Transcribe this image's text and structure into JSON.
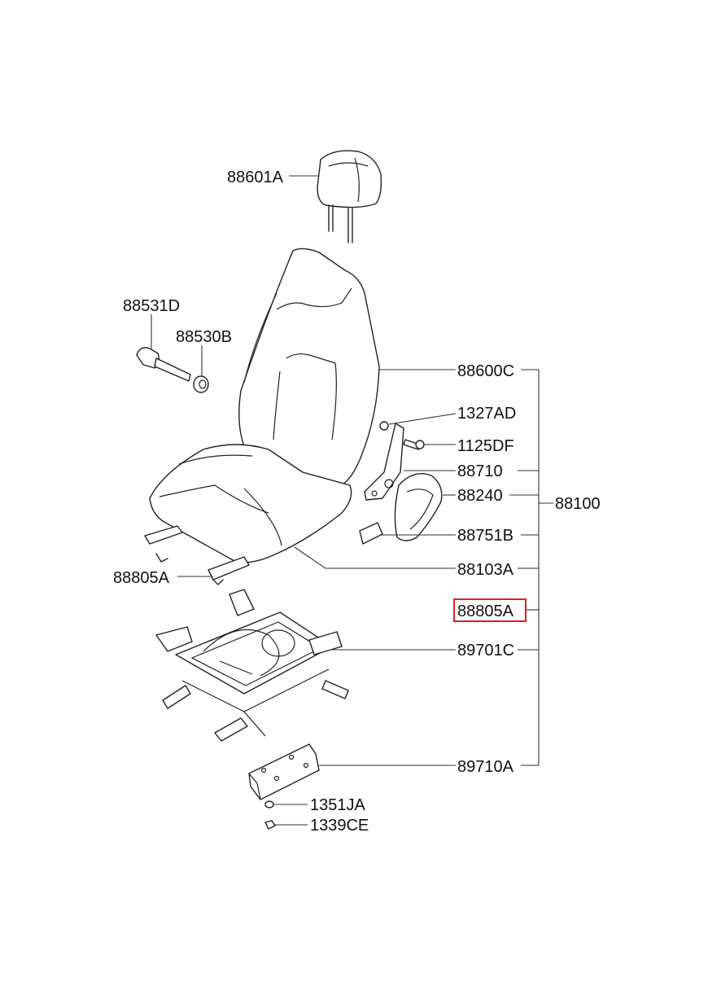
{
  "labels": {
    "headrest": "88601A",
    "recliner_knob": "88531D",
    "knob_nut": "88530B",
    "seat_back": "88600C",
    "nut": "1327AD",
    "bolt": "1125DF",
    "recliner_arm": "88710",
    "recliner_cover": "88240",
    "cover_inner": "88751B",
    "seat_cushion": "88103A",
    "assembly": "88100",
    "track_left": "88805A",
    "track_highlighted": "88805A",
    "adjuster_frame": "89701C",
    "mount_bracket": "89710A",
    "washer": "1351JA",
    "bracket_nut": "1339CE"
  },
  "highlight_color": "#e02020"
}
